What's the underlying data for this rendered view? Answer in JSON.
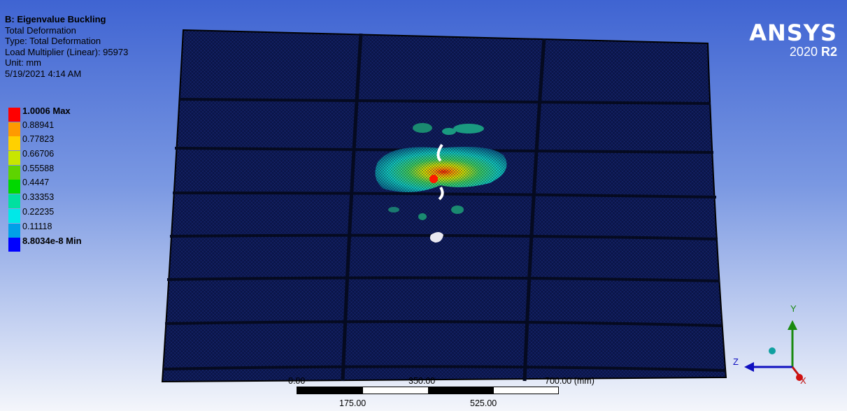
{
  "info": {
    "title": "B: Eigenvalue Buckling",
    "result": "Total Deformation",
    "type": "Type: Total Deformation",
    "load_multiplier": "Load Multiplier (Linear): 95973",
    "unit": "Unit: mm",
    "timestamp": "5/19/2021 4:14 AM"
  },
  "legend": [
    {
      "label": "1.0006 Max",
      "color": "#ff0000",
      "emphasis": true
    },
    {
      "label": "0.88941",
      "color": "#ff9a00",
      "emphasis": false
    },
    {
      "label": "0.77823",
      "color": "#ffd000",
      "emphasis": false
    },
    {
      "label": "0.66706",
      "color": "#c8e600",
      "emphasis": false
    },
    {
      "label": "0.55588",
      "color": "#5ed400",
      "emphasis": false
    },
    {
      "label": "0.4447",
      "color": "#00d800",
      "emphasis": false
    },
    {
      "label": "0.33353",
      "color": "#00e0a0",
      "emphasis": false
    },
    {
      "label": "0.22235",
      "color": "#00e8e8",
      "emphasis": false
    },
    {
      "label": "0.11118",
      "color": "#00a0e8",
      "emphasis": false
    },
    {
      "label": "8.8034e-8 Min",
      "color": "#0000ff",
      "emphasis": true
    }
  ],
  "brand": {
    "name": "ANSYS",
    "version": "2020",
    "release": "R2"
  },
  "scale": {
    "top_labels": [
      "0.00",
      "350.00",
      "700.00 (mm)"
    ],
    "bottom_labels": [
      "175.00",
      "525.00"
    ]
  },
  "triad": {
    "y": "Y",
    "z": "Z",
    "x": "X"
  },
  "colors": {
    "mesh": "#0a1240",
    "background_top": "#3f64d2",
    "background_bottom": "#f4f6fb"
  }
}
